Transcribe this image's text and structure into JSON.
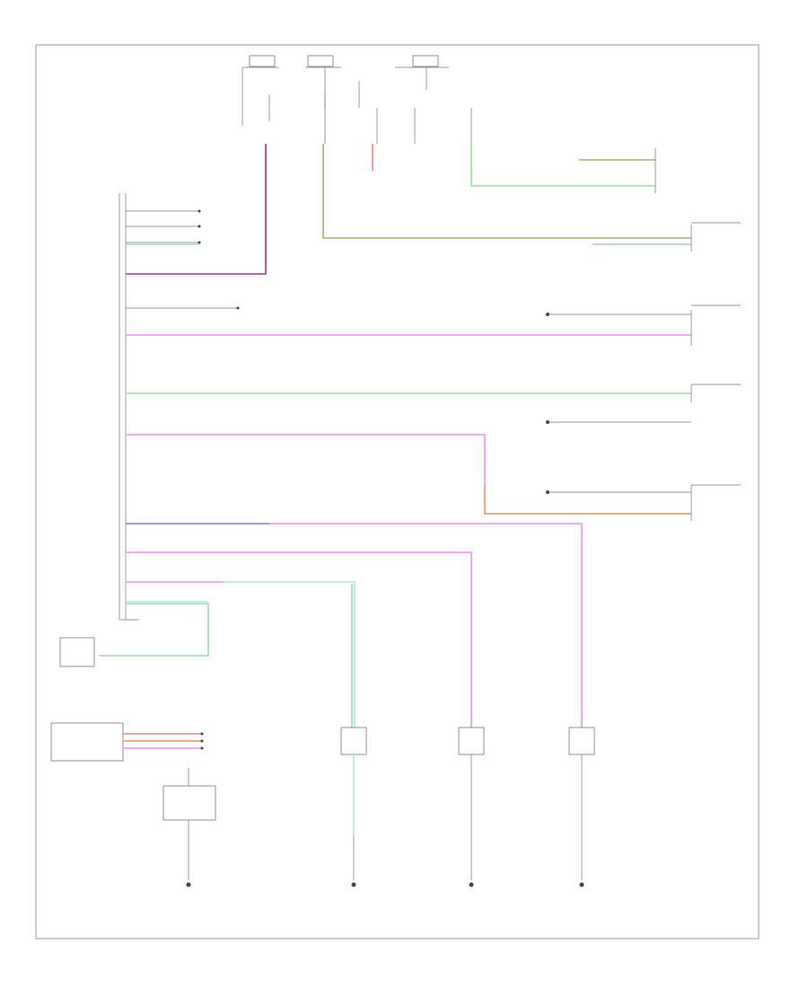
{
  "diagram": {
    "footer_code": "",
    "colors": {
      "pink": "#f08ef0",
      "magenta": "#b0307a",
      "green": "#9adf9a",
      "olive": "#b8a870",
      "orange": "#f09060",
      "blue": "#7080e0",
      "cyan": "#a8ecec",
      "gray": "#777777"
    },
    "components": [
      {
        "name": "cluster-connector",
        "label": ""
      },
      {
        "name": "mirror-module",
        "label": ""
      },
      {
        "name": "headlamp-switch",
        "label": ""
      },
      {
        "name": "dome-switch",
        "label": ""
      },
      {
        "name": "passenger-lamp",
        "label": ""
      },
      {
        "name": "center-lamp",
        "label": ""
      },
      {
        "name": "driver-lamp",
        "label": ""
      }
    ]
  }
}
